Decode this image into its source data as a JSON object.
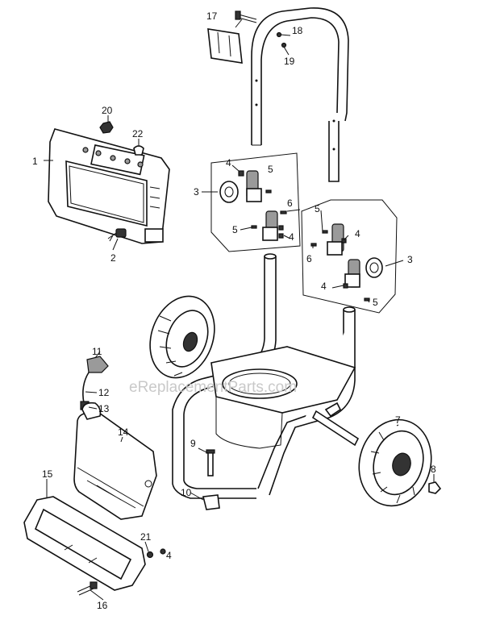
{
  "watermark": "eReplacementParts.com",
  "callouts": {
    "c1": "1",
    "c2": "2",
    "c3_left": "3",
    "c3_right": "3",
    "c4_a": "4",
    "c4_b": "4",
    "c4_c": "4",
    "c4_d": "4",
    "c4_e": "4",
    "c5_a": "5",
    "c5_b": "5",
    "c5_c": "5",
    "c5_d": "5",
    "c6_a": "6",
    "c6_b": "6",
    "c7": "7",
    "c8": "8",
    "c9": "9",
    "c10": "10",
    "c11": "11",
    "c12": "12",
    "c13": "13",
    "c14": "14",
    "c15": "15",
    "c16": "16",
    "c17": "17",
    "c18": "18",
    "c19": "19",
    "c20": "20",
    "c21": "21",
    "c22": "22"
  }
}
